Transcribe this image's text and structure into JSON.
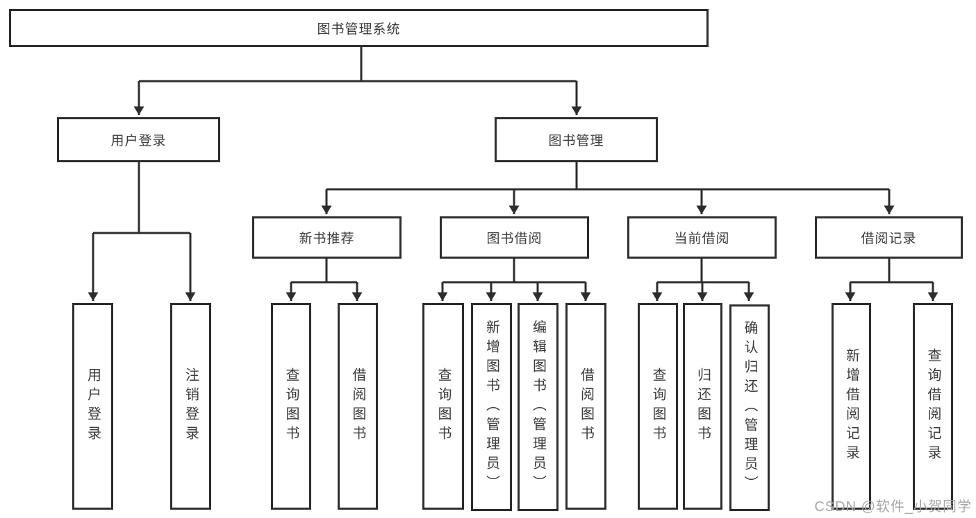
{
  "diagram": {
    "title": "图书管理系统",
    "level2": {
      "user_login": "用户登录",
      "book_management": "图书管理"
    },
    "level3": {
      "new_book_recommend": "新书推荐",
      "book_borrow": "图书借阅",
      "current_borrow": "当前借阅",
      "borrow_records": "借阅记录"
    },
    "leaves": {
      "user_login": [
        "用户登录",
        "注销登录"
      ],
      "new_book_recommend": [
        "查询图书",
        "借阅图书"
      ],
      "book_borrow": [
        "查询图书",
        "新增图书（管理员）",
        "编辑图书（管理员）",
        "借阅图书"
      ],
      "current_borrow": [
        "查询图书",
        "归还图书",
        "确认归还（管理员）"
      ],
      "borrow_records": [
        "新增借阅记录",
        "查询借阅记录"
      ]
    },
    "colors": {
      "line": "#2d2d2d",
      "text": "#3a3a3a",
      "box_fill": "#ffffff",
      "watermark": "#a6a6a6"
    }
  },
  "watermark": "CSDN @软件_小贺同学"
}
